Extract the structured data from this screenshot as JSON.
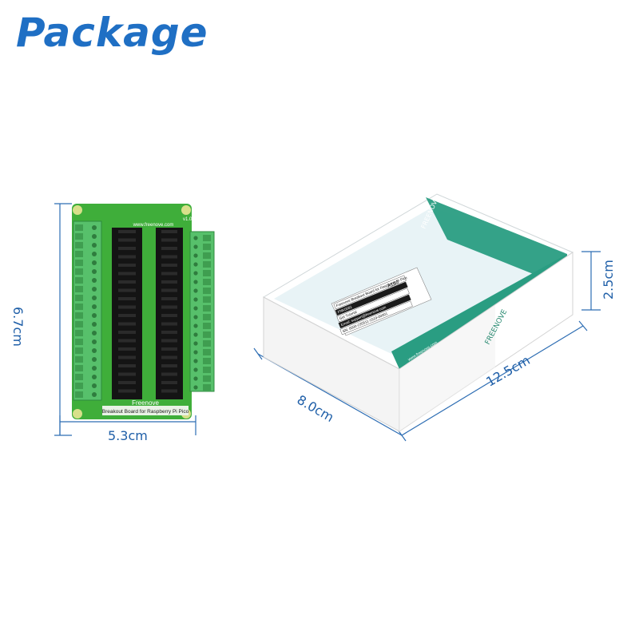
{
  "header": {
    "title": "Package"
  },
  "board": {
    "brand": "Freenove",
    "model_label": "Breakout Board for Raspberry Pi Pico",
    "url": "www.freenove.com",
    "version": "v1.0"
  },
  "box": {
    "brand_side": "FREENOVE",
    "brand_front": "FREENOVE",
    "url_side": "www.freenove.com",
    "label_lines": [
      "Freenove Breakout Board for Raspberry Pi Pico",
      "FNK0081",
      "Get Tutorial",
      "Email: support@freenove.com",
      "SN: 0000-220511-1519-00001"
    ],
    "label_tag": "A1B0"
  },
  "dimensions": {
    "board_height": "6.7cm",
    "board_width": "5.3cm",
    "box_depth": "8.0cm",
    "box_length": "12.5cm",
    "box_height": "2.5cm"
  },
  "colors": {
    "accent_blue": "#1f6fc4",
    "dim_line": "#2d6db3",
    "pcb_green": "#3fae3a",
    "terminal_green": "#57c06b",
    "box_teal": "#2a9d82"
  }
}
